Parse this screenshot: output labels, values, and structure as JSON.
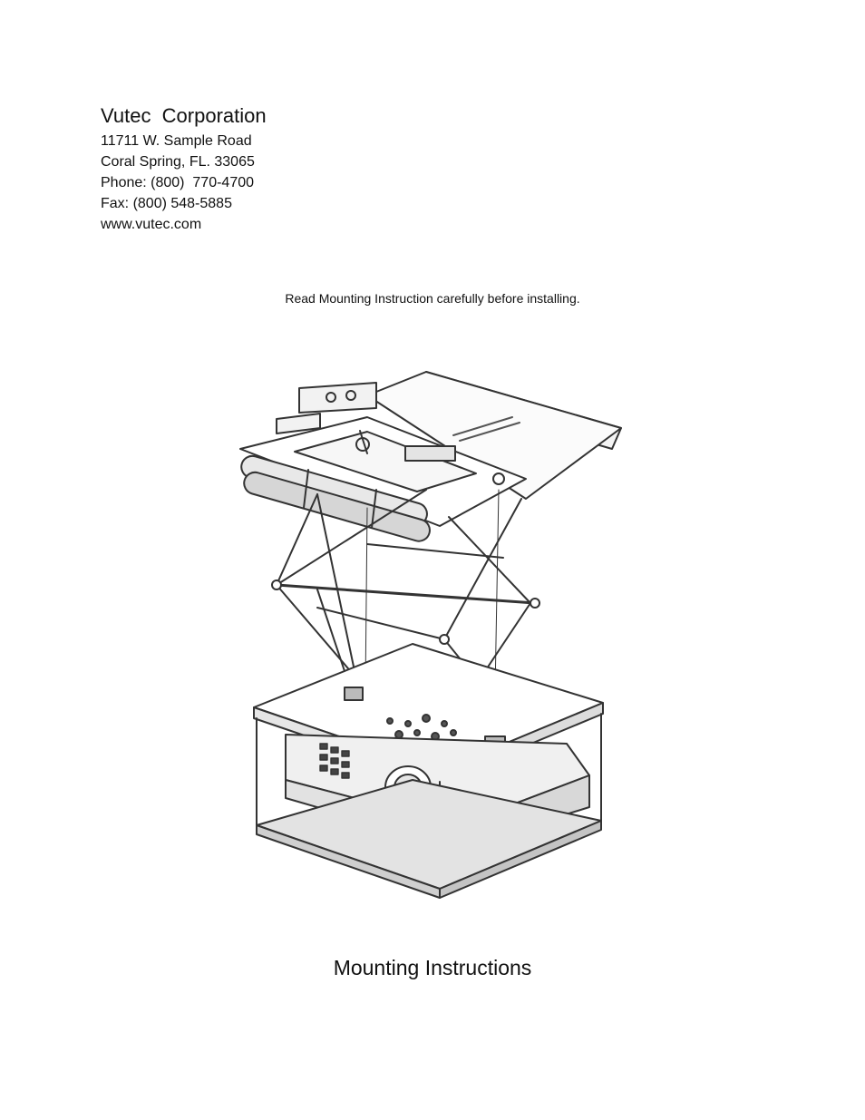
{
  "company": {
    "name": "Vutec  Corporation",
    "address_lines": [
      "11711 W. Sample Road",
      "Coral Spring, FL. 33065",
      "Phone: (800)  770-4700",
      "Fax: (800) 548-5885",
      "www.vutec.com"
    ]
  },
  "notice": "Read Mounting Instruction carefully before installing.",
  "figure": {
    "icon": "projector-lift-illustration"
  },
  "footer": {
    "title": "Mounting Instructions"
  }
}
